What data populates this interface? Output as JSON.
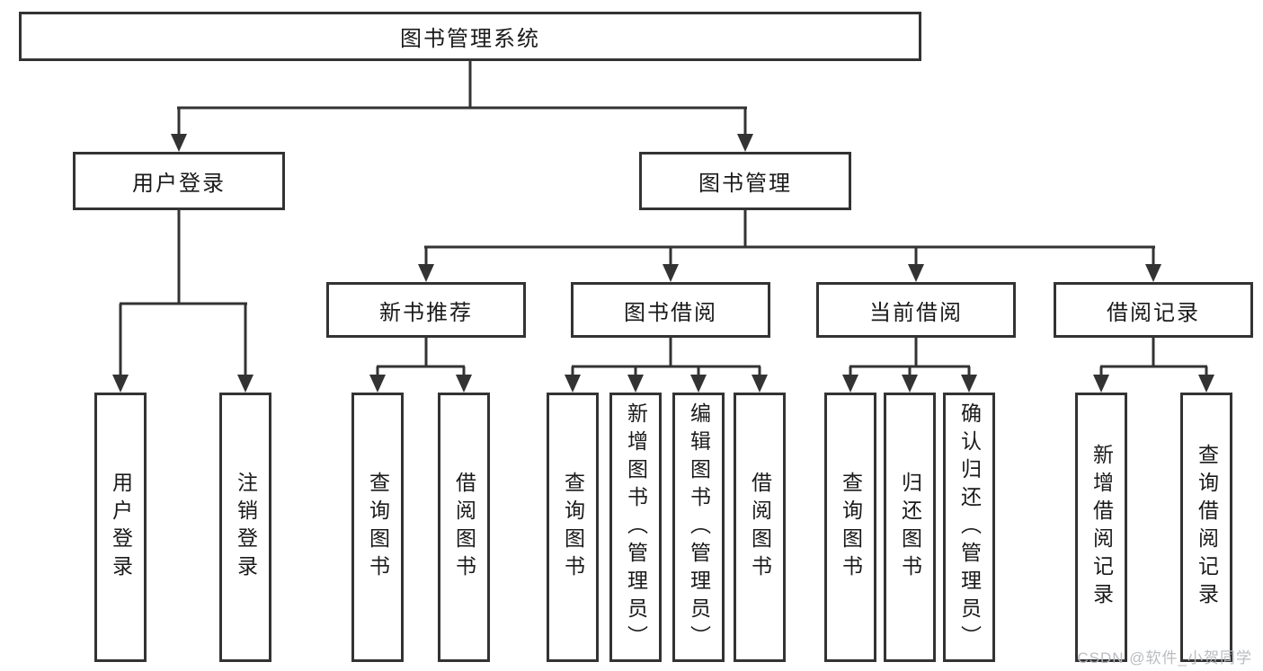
{
  "tree": {
    "root": "图书管理系统",
    "branches": [
      {
        "label": "用户登录",
        "children": [
          "用户登录",
          "注销登录"
        ]
      },
      {
        "label": "图书管理",
        "sections": [
          {
            "label": "新书推荐",
            "children": [
              "查询图书",
              "借阅图书"
            ]
          },
          {
            "label": "图书借阅",
            "children": [
              "查询图书",
              "新增图书（管理员）",
              "编辑图书（管理员）",
              "借阅图书"
            ]
          },
          {
            "label": "当前借阅",
            "children": [
              "查询图书",
              "归还图书",
              "确认归还（管理员）"
            ]
          },
          {
            "label": "借阅记录",
            "children": [
              "新增借阅记录",
              "查询借阅记录"
            ]
          }
        ]
      }
    ]
  },
  "watermark": "CSDN @软件_小贺同学",
  "colors": {
    "line": "#333333",
    "text": "#1a1a1a",
    "background": "#ffffff",
    "watermark": "#b6b9bd"
  }
}
